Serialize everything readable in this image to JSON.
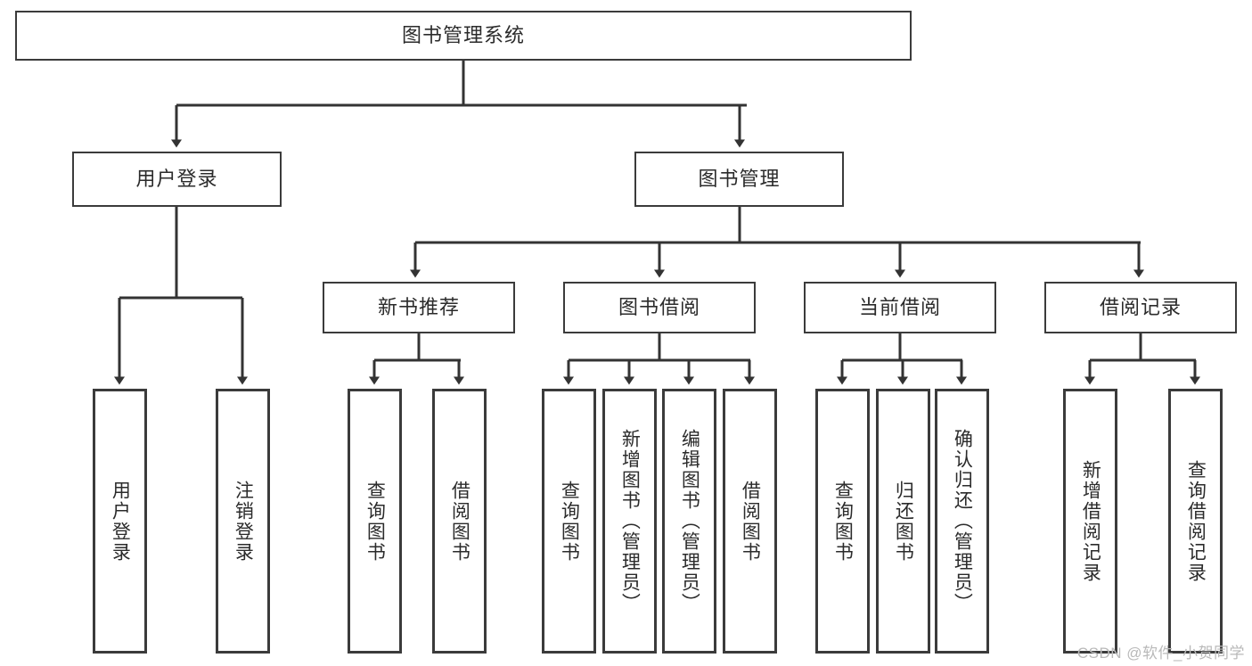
{
  "diagram": {
    "type": "tree-hierarchy",
    "title": "图书管理系统",
    "watermark": "CSDN @软件_小贺同学",
    "colors": {
      "box_border": "#3b3b3b",
      "box_fill": "#ffffff",
      "connector": "#333333",
      "text": "#2b2b2b",
      "watermark": "#b9b9b9"
    },
    "root": {
      "label": "图书管理系统"
    },
    "level2": [
      {
        "label": "用户登录"
      },
      {
        "label": "图书管理"
      }
    ],
    "level3": [
      {
        "label": "新书推荐"
      },
      {
        "label": "图书借阅"
      },
      {
        "label": "当前借阅"
      },
      {
        "label": "借阅记录"
      }
    ],
    "leaves": {
      "user_login": [
        {
          "label": "用户登录"
        },
        {
          "label": "注销登录"
        }
      ],
      "new_book_recommend": [
        {
          "label": "查询图书"
        },
        {
          "label": "借阅图书"
        }
      ],
      "book_borrow": [
        {
          "label": "查询图书"
        },
        {
          "label": "新增图书（管理员）"
        },
        {
          "label": "编辑图书（管理员）"
        },
        {
          "label": "借阅图书"
        }
      ],
      "current_borrow": [
        {
          "label": "查询图书"
        },
        {
          "label": "归还图书"
        },
        {
          "label": "确认归还（管理员）"
        }
      ],
      "borrow_record": [
        {
          "label": "新增借阅记录"
        },
        {
          "label": "查询借阅记录"
        }
      ]
    }
  }
}
